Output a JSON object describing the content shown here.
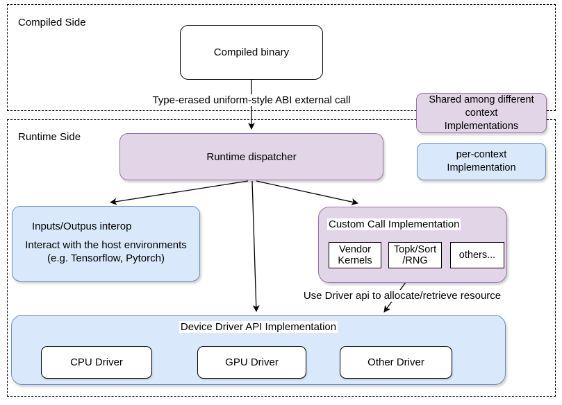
{
  "colors": {
    "purple_fill": "#E1D5E7",
    "purple_stroke": "#9673A6",
    "blue_fill": "#DAE8FC",
    "blue_stroke": "#6C8EBF"
  },
  "compiled_side": {
    "region_label": "Compiled Side",
    "compiled_binary_label": "Compiled binary",
    "abi_call_label": "Type-erased uniform-style ABI external call"
  },
  "runtime_side": {
    "region_label": "Runtime Side",
    "dispatcher_label": "Runtime dispatcher",
    "io_interop": {
      "title": "Inputs/Outpus interop",
      "description": "Interact with the host environments\n(e.g. Tensorflow, Pytorch)"
    },
    "custom_call": {
      "title": "Custom Call Implementation",
      "items": [
        "Vendor\nKernels",
        "Topk/Sort\n/RNG",
        "others..."
      ]
    },
    "driver_note": "Use Driver api to allocate/retrieve resource",
    "device_driver": {
      "title": "Device Driver API Implementation",
      "items": [
        "CPU Driver",
        "GPU Driver",
        "Other Driver"
      ]
    }
  },
  "legend": {
    "shared": "Shared among different\ncontext\nImplementations",
    "per_context": "per-context\nImplementation"
  }
}
